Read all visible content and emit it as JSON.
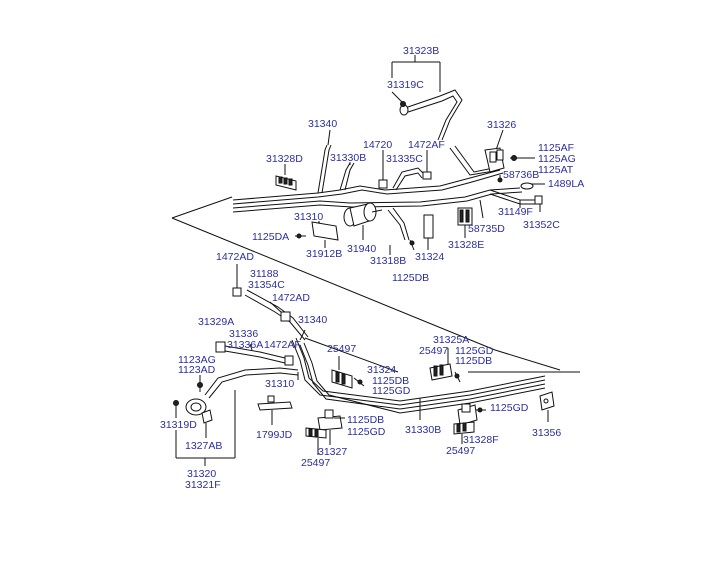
{
  "labels": {
    "l31323B": "31323B",
    "l31319C": "31319C",
    "l31326": "31326",
    "l31340_top": "31340",
    "l14720": "14720",
    "l1472AF_top": "1472AF",
    "l1125AF": "1125AF",
    "l1125AG_top": "1125AG",
    "l1125AT": "1125AT",
    "l1489LA": "1489LA",
    "l31328D": "31328D",
    "l31330B_top": "31330B",
    "l31335C": "31335C",
    "l58736B": "58736B",
    "l31149F": "31149F",
    "l31352C": "31352C",
    "l31310_top": "31310",
    "l58735D": "58735D",
    "l1125DA": "1125DA",
    "l31328E": "31328E",
    "l31940": "31940",
    "l31912B": "31912B",
    "l31318B": "31318B",
    "l31324_top": "31324",
    "l1125DB_top": "1125DB",
    "l1472AD_a": "1472AD",
    "l31188": "31188",
    "l31354C": "31354C",
    "l1472AD_b": "1472AD",
    "l31340_bot": "31340",
    "l31329A": "31329A",
    "l31336": "31336",
    "l31336A": "31336A",
    "l1472AF_bot": "1472AF",
    "l25497_a": "25497",
    "l31325A": "31325A",
    "l25497_b": "25497",
    "l1125GD_a": "1125GD",
    "l1125DB_a": "1125DB",
    "l1123AG": "1123AG",
    "l1123AD": "1123AD",
    "l31324_bot": "31324",
    "l1125DB_b": "1125DB",
    "l1125GD_b": "1125GD",
    "l31310_bot": "31310",
    "l1125GD_c": "1125GD",
    "l31319D": "31319D",
    "l1125DB_c": "1125DB",
    "l1125GD_d": "1125GD",
    "l31330B_bot": "31330B",
    "l31356": "31356",
    "l1799JD": "1799JD",
    "l31328F": "31328F",
    "l1327AB": "1327AB",
    "l31327": "31327",
    "l25497_c": "25497",
    "l25497_d": "25497",
    "l31320": "31320",
    "l31321F": "31321F"
  }
}
